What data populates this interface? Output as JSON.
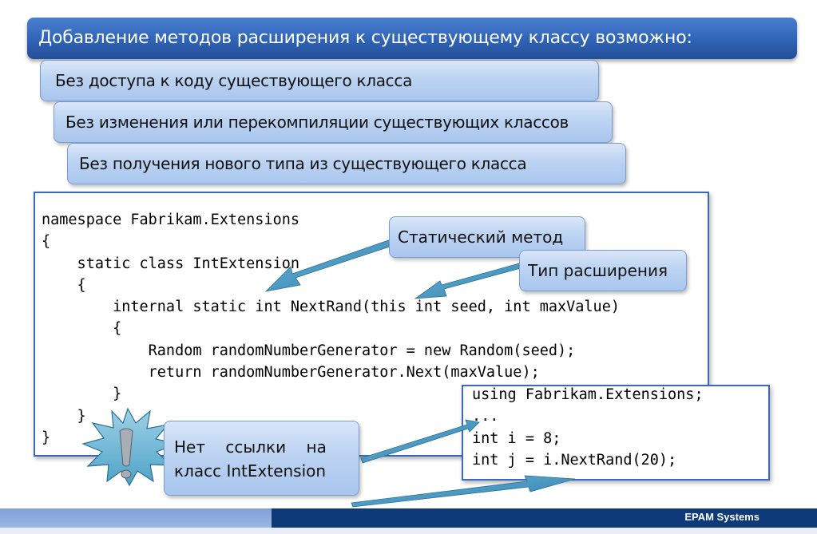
{
  "title": "Добавление методов расширения  к существующему классу возможно:",
  "bullets": [
    "Без доступа  к коду существующего класса",
    "Без изменения или перекомпиляции существующих классов",
    "Без  получения нового типа из существующего класса"
  ],
  "code_main": [
    "namespace Fabrikam.Extensions",
    "{",
    "    static class IntExtension",
    "    {",
    "        internal static int NextRand(this int seed, int maxValue)",
    "        {",
    "            Random randomNumberGenerator = new Random(seed);",
    "            return randomNumberGenerator.Next(maxValue);",
    "        }",
    "    }",
    "}"
  ],
  "code_usage": [
    "using Fabrikam.Extensions;",
    "...",
    "int i = 8;",
    "int j = i.NextRand(20);"
  ],
  "callouts": {
    "static_method": "Статический метод",
    "extension_type": "Тип расширения",
    "no_reference_line1": "Нет    ссылки    на",
    "no_reference_line2": "класс IntExtension"
  },
  "footer": {
    "brand": "EPAM Systems"
  },
  "colors": {
    "title_bg": "#2f63b6",
    "pill_bg": "#bcd3f2",
    "arrow": "#3f96c0",
    "footer_dark": "#0e3a7a"
  }
}
